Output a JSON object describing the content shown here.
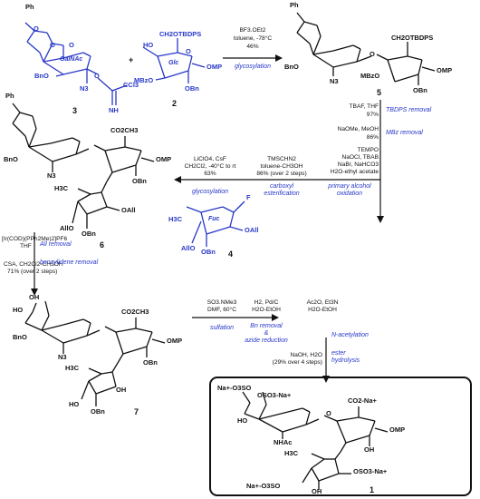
{
  "compounds": {
    "c3": {
      "number": "3",
      "ring_label": "GalNAc",
      "ph": "Ph",
      "o_ring": "O",
      "o_ring2": "O",
      "o_ring3": "O",
      "bno": "BnO",
      "n3": "N3",
      "o_link": "O",
      "ccl3": "CCl3",
      "nh": "NH"
    },
    "c2": {
      "number": "2",
      "ring_label": "Glc",
      "ch2o": "CH2OTBDPS",
      "mbzo": "MBzO",
      "ho": "HO",
      "omp": "OMP",
      "obn": "OBn",
      "o_ring": "O"
    },
    "c5": {
      "number": "5",
      "ph": "Ph",
      "bno": "BnO",
      "n3": "N3",
      "mbzo": "MBzO",
      "ch2o": "CH2OTBDPS",
      "omp": "OMP",
      "obn": "OBn",
      "o_link": "O"
    },
    "c6": {
      "number": "6",
      "ph": "Ph",
      "bno": "BnO",
      "n3": "N3",
      "co2me": "CO2CH3",
      "omp": "OMP",
      "obn": "OBn",
      "h3c": "H3C",
      "oall": "OAll",
      "allo": "AllO",
      "obn2": "OBn"
    },
    "c4": {
      "number": "4",
      "ring_label": "Fuc",
      "h3c": "H3C",
      "f": "F",
      "oall": "OAll",
      "allo": "AllO",
      "obn": "OBn"
    },
    "c7": {
      "number": "7",
      "oh": "OH",
      "ho": "HO",
      "bno": "BnO",
      "n3": "N3",
      "co2me": "CO2CH3",
      "omp": "OMP",
      "obn": "OBn",
      "h3c": "H3C",
      "ho2": "HO",
      "obn2": "OBn",
      "oh2": "OH"
    },
    "c1": {
      "number": "1",
      "na_top": "Na+-O3SO",
      "oso3": "OSO3-Na+",
      "ho": "HO",
      "nhac": "NHAc",
      "co2na": "CO2-Na+",
      "omp": "OMP",
      "oh": "OH",
      "h3c": "H3C",
      "oso3b": "OSO3-Na+",
      "na_bot": "Na+-O3SO",
      "oh2": "OH",
      "o_link": "O"
    }
  },
  "plus": "+",
  "steps": {
    "s1": {
      "cond1": "BF3.OEt2",
      "cond2": "toluene, -78°C",
      "yield": "46%",
      "name": "glycosylation"
    },
    "s2": {
      "cond1": "TBAF, THF",
      "yield": "97%",
      "name": "TBDPS removal"
    },
    "s3": {
      "cond1": "NaOMe, MeOH",
      "yield": "86%",
      "name": "MBz removal"
    },
    "s4": {
      "cond1": "TEMPO",
      "cond2": "NaOCl, TBAB",
      "cond3": "NaBr, NaHCO3",
      "cond4": "H2O-ethyl acetate",
      "name1": "primary alcohol",
      "name2": "oxidation"
    },
    "s5": {
      "cond1": "TMSCHN2",
      "cond2": "toluene-CH3OH",
      "yield": "86% (over 2 steps)",
      "name1": "carboxyl",
      "name2": "esterification"
    },
    "s6": {
      "cond1": "LiClO4, CsF",
      "cond2": "CH2Cl2, -40°C to rt",
      "yield": "63%",
      "name": "glycosylation"
    },
    "s7": {
      "cond1": "[Ir(COD)(PPh2Me)2]PF6",
      "cond2": "THF",
      "name": "All removal"
    },
    "s8": {
      "cond1": "CSA, CH2Cl2-CH3OH",
      "yield": "71% (over 2 steps)",
      "name": "benzylidene removal"
    },
    "s9": {
      "cond1": "SO3.NMe3",
      "cond2": "DMF, 60°C",
      "name": "sulfation"
    },
    "s10": {
      "cond1": "H2, Pd/C",
      "cond2": "H2O-EtOH",
      "name1": "Bn removal",
      "name2": "&",
      "name3": "azide reduction"
    },
    "s11": {
      "cond1": "Ac2O, Et3N",
      "cond2": "H2O-EtOH",
      "name": "N-acetylation"
    },
    "s12": {
      "cond1": "NaOH, H2O",
      "yield": "(29% over 4 steps)",
      "name1": "ester",
      "name2": "hydrolysis"
    }
  },
  "colors": {
    "bond": "#111111",
    "highlight": "#2838c8",
    "box": "#111111"
  }
}
